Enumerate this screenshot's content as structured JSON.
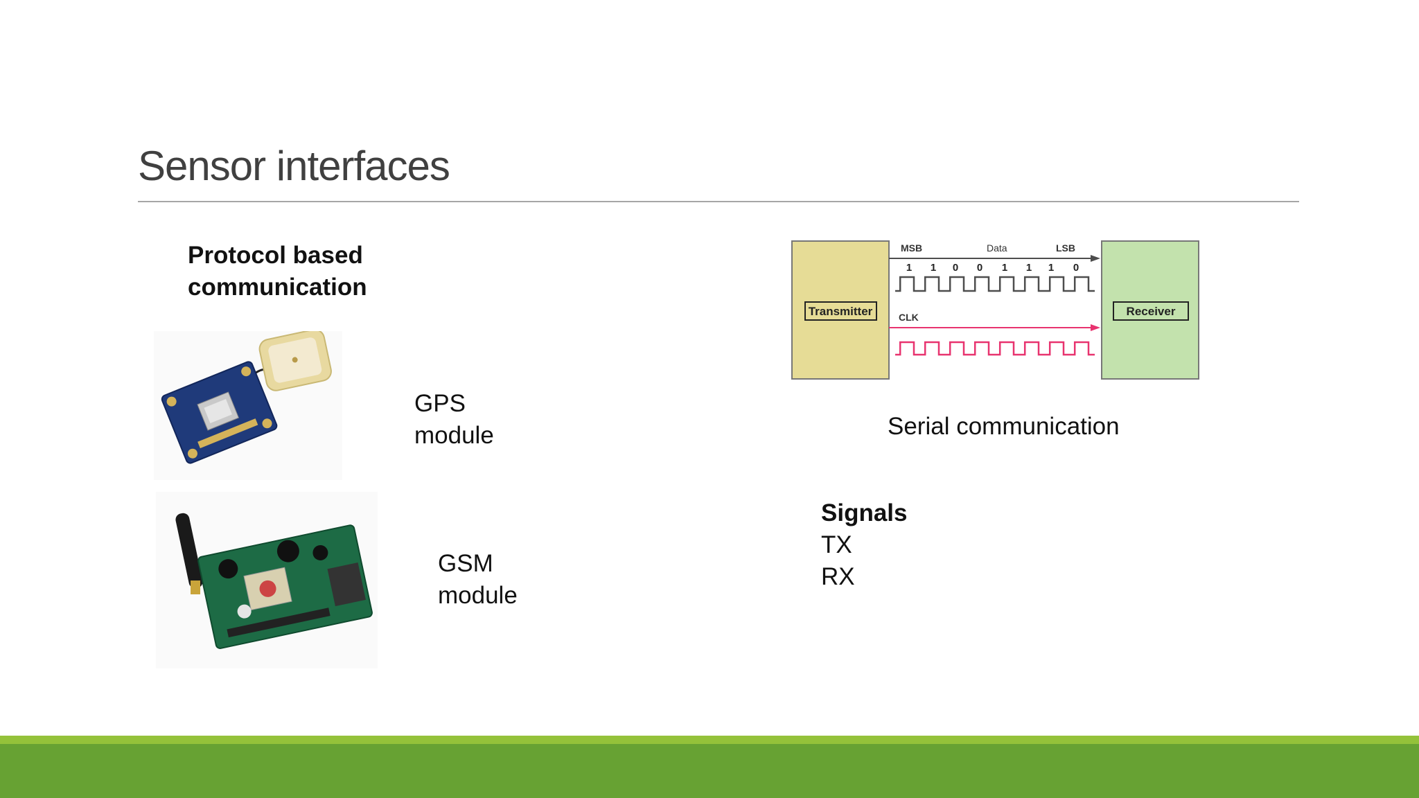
{
  "slide": {
    "title": "Sensor interfaces"
  },
  "left": {
    "heading_line1": "Protocol based",
    "heading_line2": "communication",
    "gps_label_line1": "GPS",
    "gps_label_line2": "module",
    "gsm_label_line1": "GSM",
    "gsm_label_line2": "module"
  },
  "diagram": {
    "transmitter": "Transmitter",
    "receiver": "Receiver",
    "msb": "MSB",
    "data": "Data",
    "lsb": "LSB",
    "clk": "CLK",
    "bits": [
      "1",
      "1",
      "0",
      "0",
      "1",
      "1",
      "1",
      "0"
    ],
    "caption": "Serial communication",
    "colors": {
      "transmitter_fill": "#e6dc96",
      "receiver_fill": "#c3e2ad",
      "data_line": "#4d4d4d",
      "clock_line": "#e8336f"
    }
  },
  "signals": {
    "heading": "Signals",
    "items": [
      "TX",
      "RX"
    ]
  },
  "theme": {
    "footer_light": "#94c23a",
    "footer_dark": "#67a233"
  }
}
